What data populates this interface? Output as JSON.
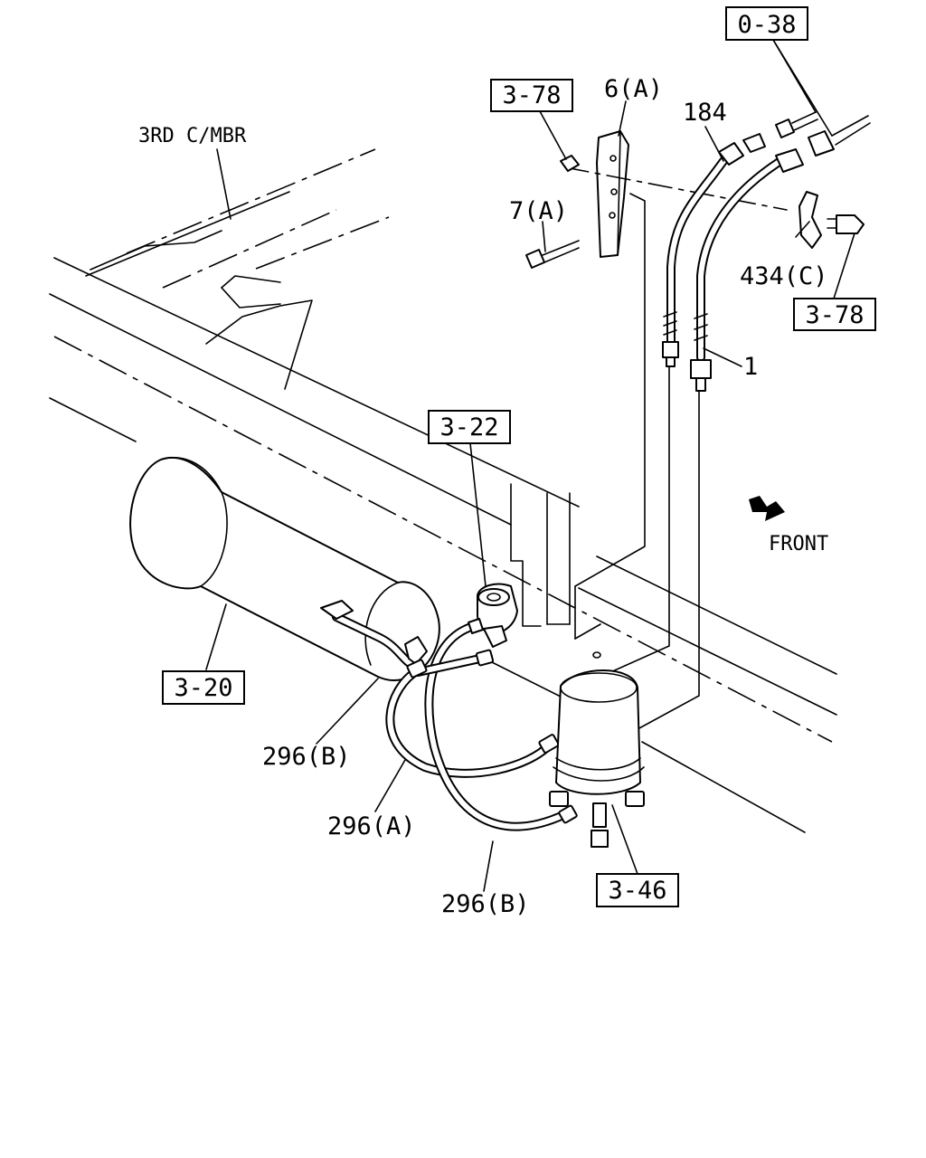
{
  "diagram": {
    "orientation_label": "FRONT",
    "frame_label": "3RD C/MBR",
    "references": {
      "r038": "0-38",
      "r378_top": "3-78",
      "r378_right": "3-78",
      "r322": "3-22",
      "r320": "3-20",
      "r346": "3-46"
    },
    "parts": {
      "p6a": "6(A)",
      "p184": "184",
      "p7a": "7(A)",
      "p434c": "434(C)",
      "p1": "1",
      "p296b_upper": "296(B)",
      "p296a": "296(A)",
      "p296b_lower": "296(B)"
    }
  }
}
